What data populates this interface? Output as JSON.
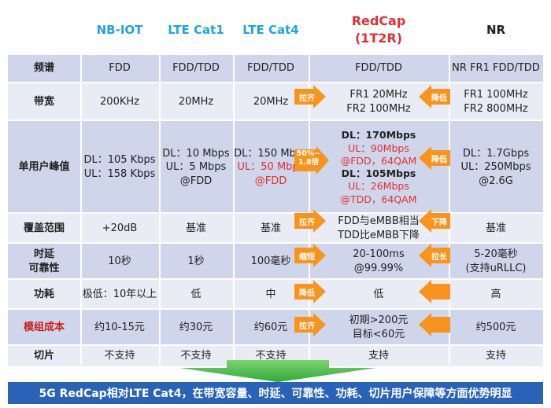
{
  "headers": {
    "nbiot": "NB-IOT",
    "lte_cat1": "LTE Cat1",
    "lte_cat4": "LTE Cat4",
    "redcap_l1": "RedCap",
    "redcap_l2": "(1T2R)",
    "nr": "NR"
  },
  "rows": {
    "spectrum": {
      "label": "频谱",
      "nbiot": "FDD",
      "cat1": "FDD/TDD",
      "cat4": "FDD/TDD",
      "redcap": "FDD/TDD",
      "nr": "NR FR1 FDD/TDD"
    },
    "bandwidth": {
      "label": "带宽",
      "nbiot": "200KHz",
      "cat1": "20MHz",
      "cat4": "20MHz",
      "redcap_l1": "FR1 20MHz",
      "redcap_l2": "FR2 100MHz",
      "nr_l1": "FR1 100MHz",
      "nr_l2": "FR2 800MHz",
      "arrow_left": "拉齐",
      "arrow_right": "降低"
    },
    "peak": {
      "label": "单用户峰值",
      "nbiot_l1": "DL：105 Kbps",
      "nbiot_l2": "UL：158 Kbps",
      "cat1_l1": "DL：10 Mbps",
      "cat1_l2": "UL：5 Mbps",
      "cat1_l3": "@FDD",
      "cat4_l1": "DL：150 Mbps",
      "cat4_l2": "UL：50 Mbps",
      "cat4_l3": "@FDD",
      "redcap_l1": "DL：170Mbps",
      "redcap_l2": "UL：90Mbps",
      "redcap_l3": "@FDD，64QAM",
      "redcap_l4": "DL：105Mbps",
      "redcap_l5": "UL：26Mbps",
      "redcap_l6": "@TDD，64QAM",
      "nr_l1": "DL：1.7Gbps",
      "nr_l2": "UL：250Mbps",
      "nr_l3": "@2.6G",
      "arrow_left_l1": "50%~",
      "arrow_left_l2": "1.8倍",
      "arrow_right": "降低"
    },
    "coverage": {
      "label": "覆盖范围",
      "nbiot": "+20dB",
      "cat1": "基准",
      "cat4": "基准",
      "redcap_l1": "FDD与eMBB相当",
      "redcap_l2": "TDD比eMBB下降",
      "nr": "基准",
      "arrow_left": "拉齐",
      "arrow_right": "下降"
    },
    "latency": {
      "label_l1": "时延",
      "label_l2": "可靠性",
      "nbiot": "10秒",
      "cat1": "1秒",
      "cat4": "100毫秒",
      "redcap_l1": "20-100ms",
      "redcap_l2": "@99.99%",
      "nr_l1": "5-20毫秒",
      "nr_l2": "(支持uRLLC)",
      "arrow_left": "缩短",
      "arrow_right": "拉长"
    },
    "power": {
      "label": "功耗",
      "nbiot": "极低：10年以上",
      "cat1": "低",
      "cat4": "中",
      "redcap": "低",
      "nr": "高",
      "arrow_left": "降低",
      "arrow_right": ""
    },
    "cost": {
      "label": "模组成本",
      "nbiot": "约10-15元",
      "cat1": "约30元",
      "cat4": "约60元",
      "redcap_l1": "初期>200元",
      "redcap_l2": "目标<60元",
      "nr": "约500元",
      "arrow_left": "拉齐",
      "arrow_right": ""
    },
    "slicing": {
      "label": "切片",
      "nbiot": "不支持",
      "cat1": "不支持",
      "cat4": "不支持",
      "redcap": "支持",
      "nr": "支持"
    }
  },
  "banner": "5G RedCap相对LTE Cat4，在带宽容量、时延、可靠性、功耗、切片用户保障等方面优势明显",
  "colors": {
    "arrow_orange": "#f7941d",
    "row_shade": "#cfd5ea",
    "row_light": "#e9ecf5",
    "banner_blue": "#2a62b8",
    "header_blue": "#1fa3e0",
    "red": "#e03030",
    "green_arrow": "#3bb34a"
  }
}
